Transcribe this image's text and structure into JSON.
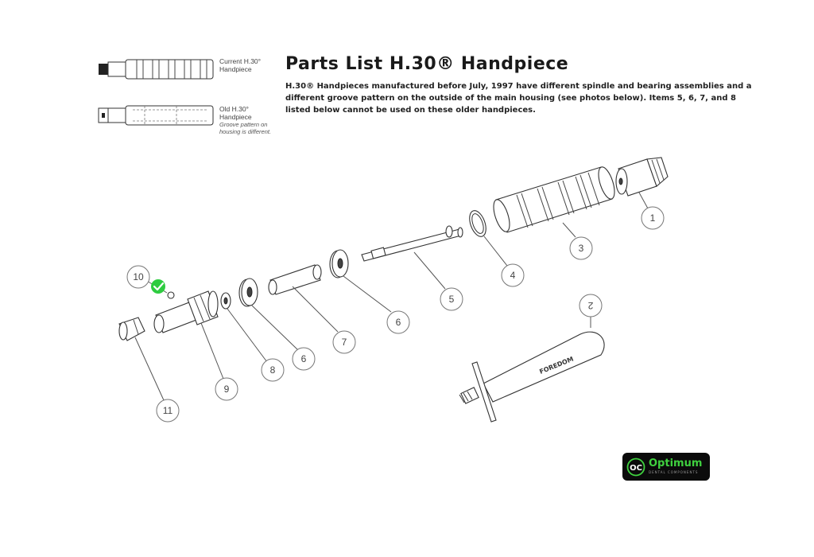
{
  "page": {
    "title": "Parts List H.30® Handpiece",
    "description": "H.30® Handpieces manufactured before July, 1997 have different spindle and bearing assemblies and a different groove pattern on the outside of the main housing (see photos below). Items 5, 6, 7, and 8 listed below cannot be used on these older handpieces."
  },
  "thumbnails": {
    "current": {
      "line1": "Current H.30°",
      "line2": "Handpiece"
    },
    "old": {
      "line1": "Old H.30°",
      "line2": "Handpiece",
      "note1": "Groove pattern on",
      "note2": "housing is different."
    }
  },
  "diagram": {
    "callouts": [
      "1",
      "2",
      "3",
      "4",
      "5",
      "6",
      "6",
      "7",
      "8",
      "9",
      "10",
      "11"
    ],
    "wrench_text": "FOREDOM",
    "check_icon": "check-circle-icon",
    "check_color": "#2ecc40"
  },
  "logo": {
    "word": "Optimum",
    "subtitle": "DENTAL COMPONENTS",
    "accent": "#3fd13f",
    "background": "#0b0b0b"
  }
}
